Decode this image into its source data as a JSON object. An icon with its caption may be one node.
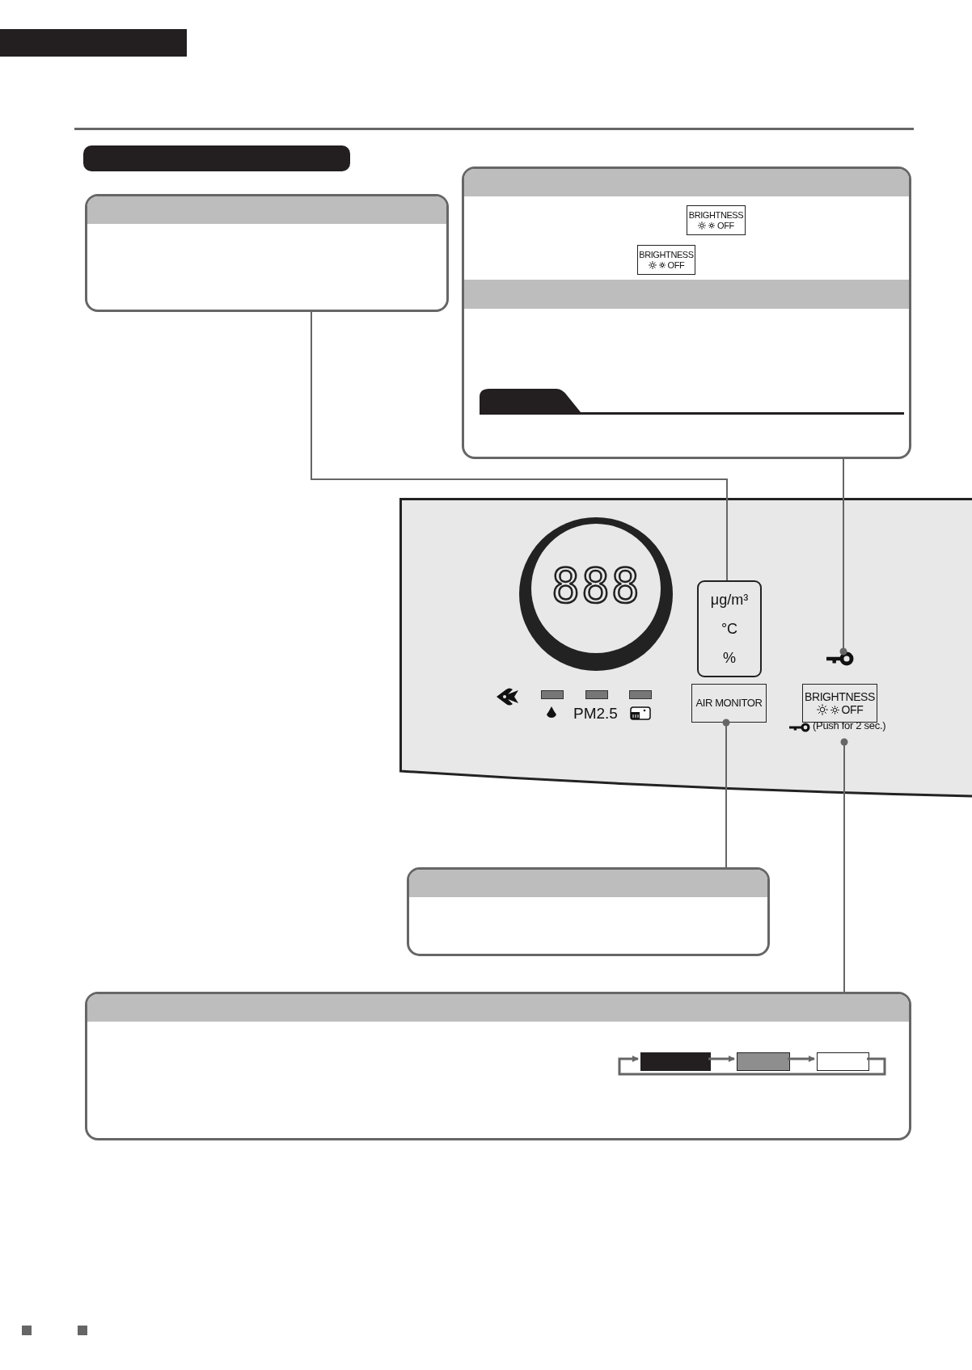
{
  "diagram": {
    "nodes": [
      {
        "text": [],
        "shape": "bar"
      },
      {
        "text": [],
        "shape": "box"
      },
      {
        "text": [],
        "shape": "box"
      },
      {
        "text": [
          "BRIGHTNESS",
          "OFF"
        ],
        "in": 2
      },
      {
        "text": [
          "BRIGHTNESS",
          "OFF"
        ],
        "in": 2
      },
      {
        "text": [],
        "shape": "tab",
        "in": 2
      },
      {
        "text": [
          "888",
          "PM2.5"
        ]
      },
      {
        "text": [
          "μg/m³",
          "°C",
          "%"
        ],
        "in": 6
      },
      {
        "text": [],
        "shape": "key",
        "in": 6
      },
      {
        "text": [
          "AIR MONITOR"
        ],
        "in": 6
      },
      {
        "text": [
          "BRIGHTNESS",
          "OFF"
        ],
        "in": 6,
        "beside": [
          "(Push for 2 sec.)"
        ]
      },
      {
        "text": [],
        "shape": "box"
      },
      {
        "text": [],
        "shape": "box"
      },
      {
        "text": [],
        "shape": "bar",
        "in": 12
      },
      {
        "text": [],
        "shape": "bar",
        "in": 12
      },
      {
        "text": [],
        "shape": "bar",
        "in": 12
      }
    ],
    "edges": [
      {
        "from": 1,
        "to": 7,
        "arrow": "none"
      },
      {
        "from": 2,
        "to": 8,
        "arrow": "other"
      },
      {
        "from": 11,
        "to": 9,
        "arrow": "other"
      },
      {
        "from": 12,
        "to": 10,
        "arrow": "other"
      },
      {
        "from": 13,
        "to": 14,
        "arrow": "to"
      },
      {
        "from": 14,
        "to": 15,
        "arrow": "to"
      },
      {
        "from": 15,
        "to": 13,
        "arrow": "to"
      }
    ]
  }
}
